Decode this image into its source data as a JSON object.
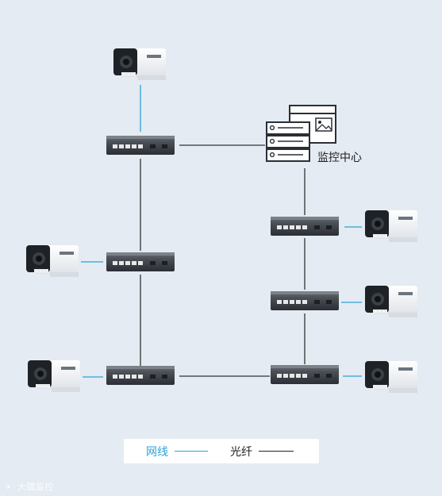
{
  "center": {
    "label": "监控中心"
  },
  "legend": {
    "network_label": "网线",
    "fiber_label": "光纤"
  },
  "watermark": {
    "text": "大疆监控"
  },
  "colors": {
    "background": "#e4ebf2",
    "network_line": "#2aa3d8",
    "fiber_line": "#333333",
    "switch_body": "#3a3f45",
    "camera_body": "#ffffff"
  },
  "nodes": {
    "cameras": [
      "camera-top",
      "camera-left-middle",
      "camera-left-bottom",
      "camera-right-1",
      "camera-right-2",
      "camera-right-3"
    ],
    "switches": [
      "switch-top",
      "switch-left-middle",
      "switch-left-bottom",
      "switch-right-1",
      "switch-right-2",
      "switch-right-3"
    ]
  }
}
